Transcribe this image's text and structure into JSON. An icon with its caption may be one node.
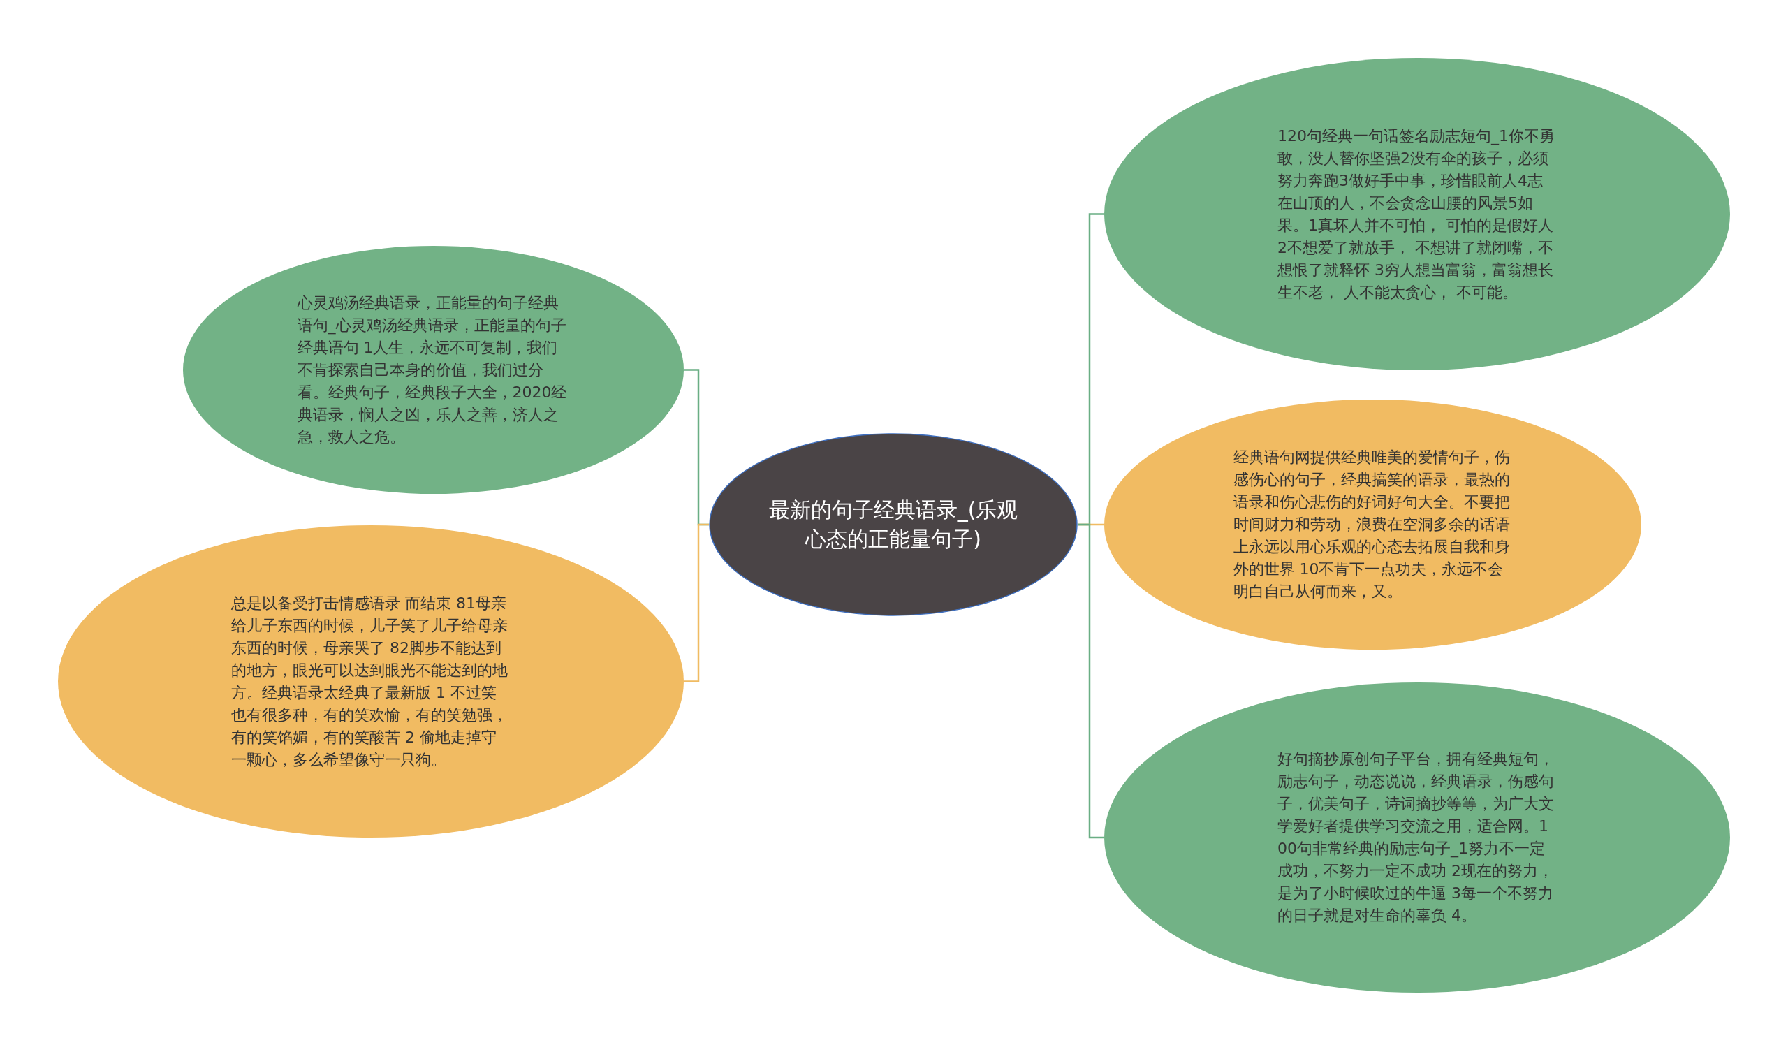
{
  "diagram": {
    "nodes": [
      {
        "text": [
          "最新的句子经典语录_(乐观心态的正能量句子)"
        ]
      },
      {
        "text": [
          "心灵鸡汤经典语录，正能量的句子经典语句_心灵鸡汤经典语录，正能量的句子经典语句 1人生，永远不可复制，我们不肯探索自己本身的价值，我们过分看。经典句子，经典段子大全，2020经典语录，悯人之凶，乐人之善，济人之急，救人之危。"
        ]
      },
      {
        "text": [
          "总是以备受打击情感语录 而结束 81母亲给儿子东西的时候，儿子笑了儿子给母亲东西的时候，母亲哭了 82脚步不能达到的地方，眼光可以达到眼光不能达到的地方。经典语录太经典了最新版 1 不过笑也有很多种，有的笑欢愉，有的笑勉强，有的笑馅媚，有的笑酸苦 2 偷地走掉守一颗心，多么希望像守一只狗。"
        ]
      },
      {
        "text": [
          "120句经典一句话签名励志短句_1你不勇敢，没人替你坚强2没有伞的孩子，必须努力奔跑3做好手中事，珍惜眼前人4志在山顶的人，不会贪念山腰的风景5如果。1真坏人并不可怕， 可怕的是假好人 2不想爱了就放手， 不想讲了就闭嘴，不想恨了就释怀 3穷人想当富翁，富翁想长生不老， 人不能太贪心， 不可能。"
        ]
      },
      {
        "text": [
          "经典语句网提供经典唯美的爱情句子，伤感伤心的句子，经典搞笑的语录，最热的语录和伤心悲伤的好词好句大全。不要把时间财力和劳动，浪费在空洞多余的话语上永远以用心乐观的心态去拓展自我和身外的世界 10不肯下一点功夫，永远不会明白自己从何而来，又。"
        ]
      },
      {
        "text": [
          "好句摘抄原创句子平台，拥有经典短句，励志句子，动态说说，经典语录，伤感句子，优美句子，诗词摘抄等等，为广大文学爱好者提供学习交流之用，适合网。100句非常经典的励志句子_1努力不一定成功，不努力一定不成功 2现在的努力，是为了小时候吹过的牛逼 3每一个不努力的日子就是对生命的辜负 4。"
        ]
      }
    ],
    "edges": [
      {
        "from": 0,
        "to": 1,
        "arrow": "none"
      },
      {
        "from": 0,
        "to": 2,
        "arrow": "none",
        "color": "#f0bb62"
      },
      {
        "from": 0,
        "to": 3,
        "arrow": "none"
      },
      {
        "from": 0,
        "to": 4,
        "arrow": "none",
        "color": "#f0bb62"
      },
      {
        "from": 0,
        "to": 5,
        "arrow": "none"
      }
    ]
  }
}
